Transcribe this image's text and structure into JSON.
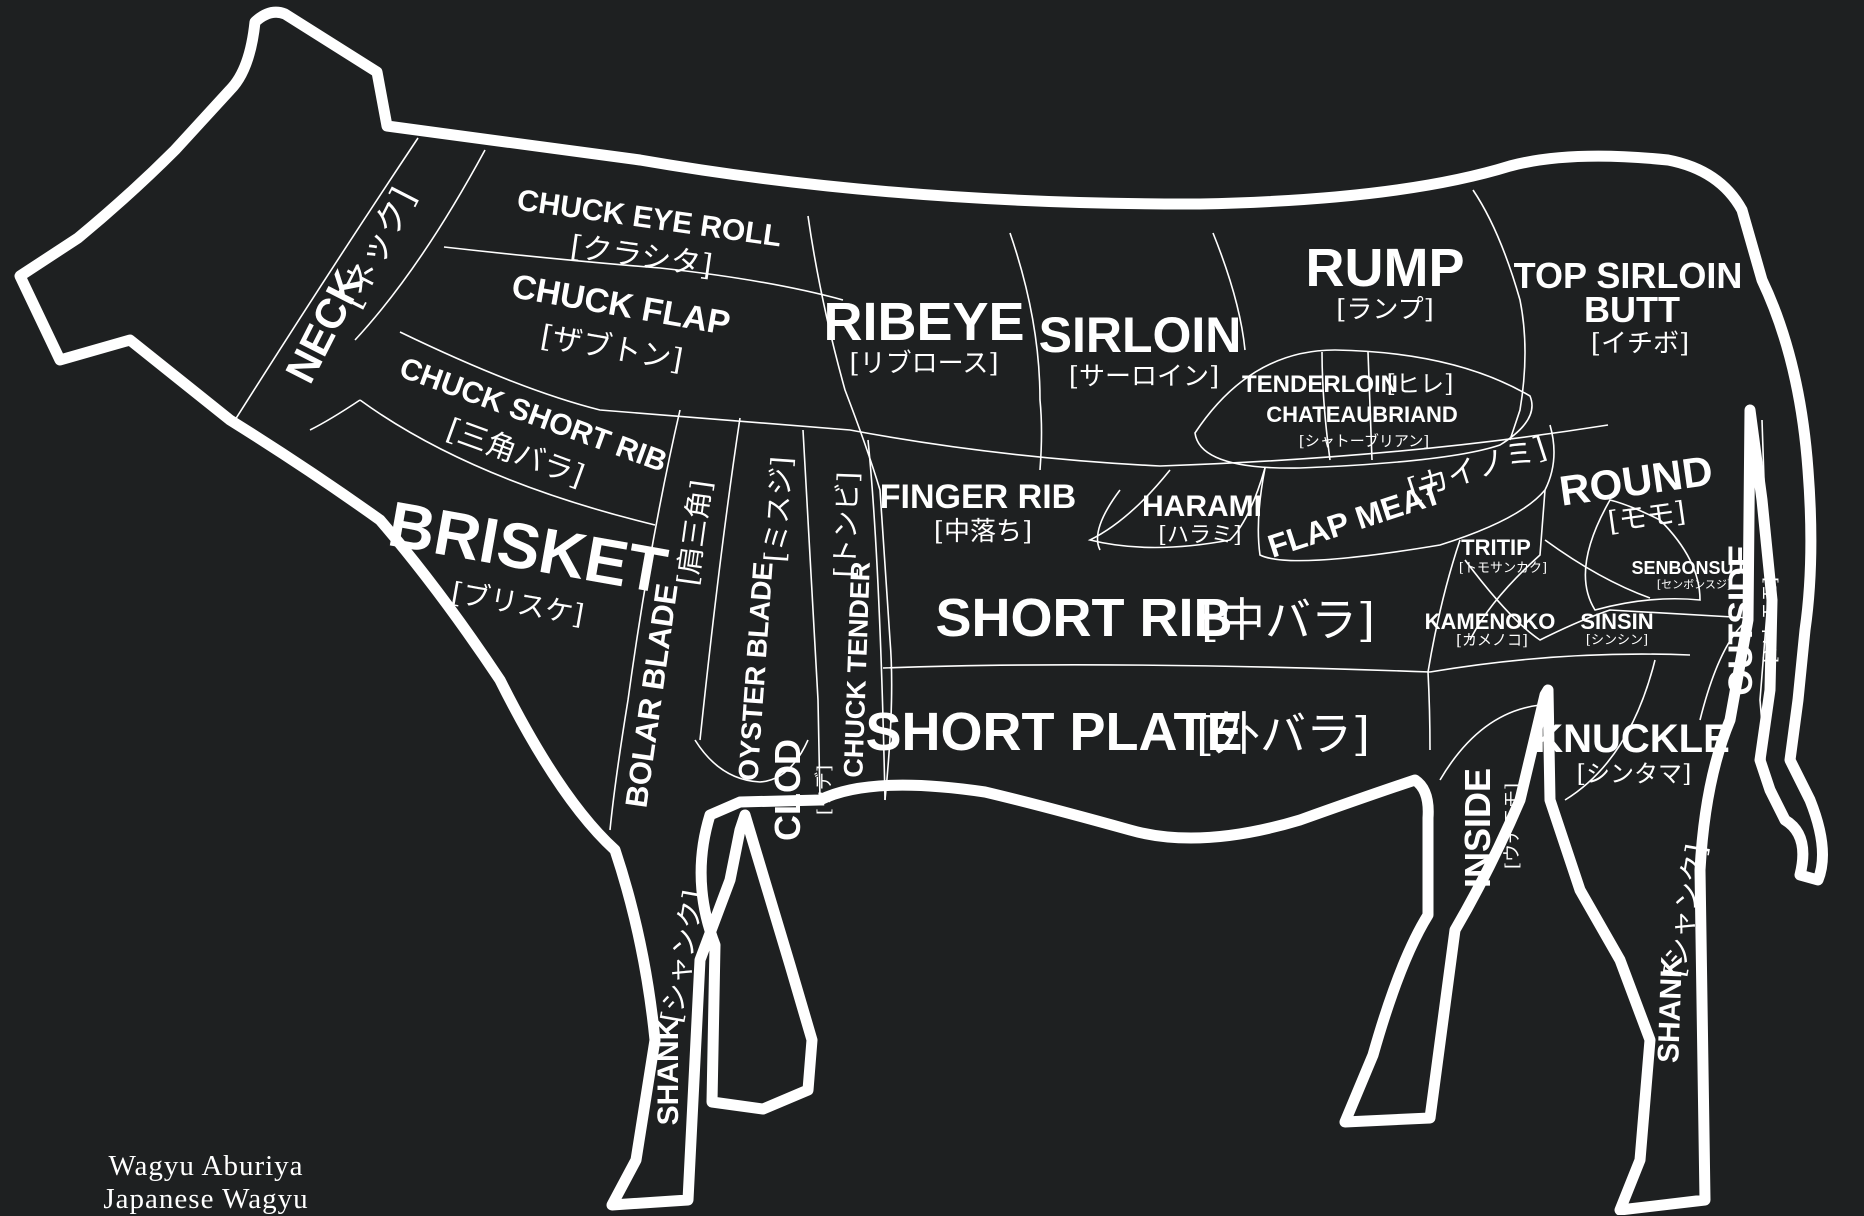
{
  "colors": {
    "background": "#1e2021",
    "line": "#ffffff",
    "text": "#ffffff"
  },
  "cuts": {
    "neck": {
      "name": "NECK",
      "jp": "[ネック]"
    },
    "chuck_eye_roll": {
      "name": "CHUCK EYE ROLL",
      "jp": "[クラシタ]"
    },
    "chuck_flap": {
      "name": "CHUCK FLAP",
      "jp": "[ザブトン]"
    },
    "chuck_short_rib": {
      "name": "CHUCK SHORT RIB",
      "jp": "[三角バラ]"
    },
    "brisket": {
      "name": "BRISKET",
      "jp": "[ブリスケ]"
    },
    "bolar_blade": {
      "name": "BOLAR BLADE",
      "jp": "[肩三角]"
    },
    "oyster_blade": {
      "name": "OYSTER BLADE",
      "jp": "[ミスジ]"
    },
    "chuck_tender": {
      "name": "CHUCK TENDER",
      "jp": "[トンビ]"
    },
    "clod": {
      "name": "CLOD",
      "jp": "[ウデ]"
    },
    "ribeye": {
      "name": "RIBEYE",
      "jp": "[リブロース]"
    },
    "sirloin": {
      "name": "SIRLOIN",
      "jp": "[サーロイン]"
    },
    "rump": {
      "name": "RUMP",
      "jp": "[ランプ]"
    },
    "top_sirloin_butt": {
      "name_line1": "TOP SIRLOIN",
      "name_line2": "BUTT",
      "jp": "[イチボ]"
    },
    "tenderloin": {
      "name": "TENDERLOIN",
      "jp": "[ヒレ]"
    },
    "chateaubriand": {
      "name": "CHATEAUBRIAND",
      "jp": "[シャトーブリアン]"
    },
    "finger_rib": {
      "name": "FINGER RIB",
      "jp": "[中落ち]"
    },
    "harami": {
      "name": "HARAMI",
      "jp": "[ハラミ]"
    },
    "flap_meat": {
      "name": "FLAP MEAT",
      "jp": "[カイノミ]"
    },
    "round": {
      "name": "ROUND",
      "jp": "[モモ]"
    },
    "tritip": {
      "name": "TRITIP",
      "jp": "[トモサンカク]"
    },
    "senbonsuji": {
      "name": "SENBONSUJI",
      "jp": "[センボンスジ]"
    },
    "kamenoko": {
      "name": "KAMENOKO",
      "jp": "[カメノコ]"
    },
    "sinsin": {
      "name": "SINSIN",
      "jp": "[シンシン]"
    },
    "outside": {
      "name": "OUTSIDE",
      "jp": "[ソトモモ]"
    },
    "short_rib": {
      "name": "SHORT RIB",
      "jp": "[中バラ]"
    },
    "short_plate": {
      "name": "SHORT PLATE",
      "jp": "[外バラ]"
    },
    "knuckle": {
      "name": "KNUCKLE",
      "jp": "[シンタマ]"
    },
    "inside": {
      "name": "INSIDE",
      "jp": "[ウチモモ]"
    },
    "front_shank": {
      "name": "SHANK",
      "jp": "[シャンク]"
    },
    "rear_shank": {
      "name": "SHANK",
      "jp": "[シャンク]"
    }
  },
  "credit": {
    "line1": "Wagyu Aburiya",
    "line2": "Japanese Wagyu"
  }
}
